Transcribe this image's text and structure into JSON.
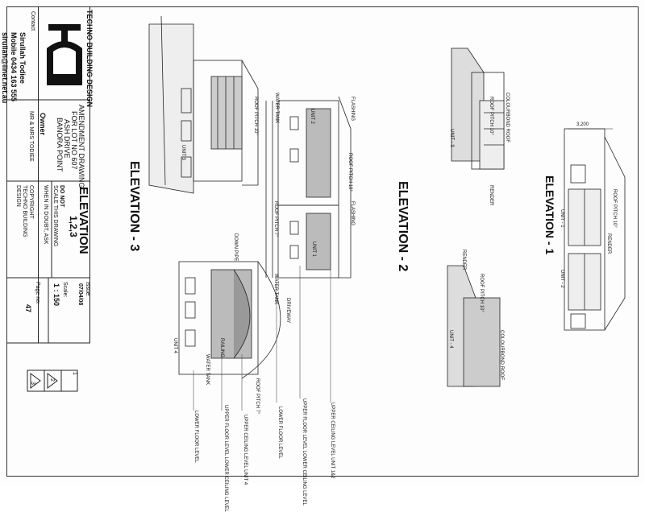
{
  "title_block": {
    "company": "TECHNO BUILDING DESIGN",
    "contact_label": "Contact",
    "contact_name": "Sirullah Todiee",
    "mobile": "Mobile 0434 163 555",
    "email": "sirullah@iinet.net.au",
    "drawing_desc_1": "AMENDMENT DRAWING",
    "drawing_desc_2": "FOR LOT NO 607",
    "drawing_desc_3": "ASH DRIVE",
    "drawing_desc_4": "BANORA POINT",
    "owner_label": "Owner",
    "owner_name": "MR & MRS TODIEE",
    "sheet_title": "ELEVATION",
    "sheet_numbers": "1,2,3",
    "do_not_scale_1": "DO NOT",
    "do_not_scale_2": "SCALE THIS DRAWING",
    "when_in_doubt": "WHEN IN DOUBT, ASK",
    "copyright_1": "COPYRIGHT",
    "copyright_2": "TECHNO BUILDING",
    "copyright_3": "DESIGN",
    "issue_label": "Issue:",
    "issue_value": "07/04/08",
    "scale_label": "Scale:",
    "scale_value": "1 : 150",
    "page_label": "Page no:",
    "page_value": "47"
  },
  "elevation_titles": {
    "elev_3": "ELEVATION  - 3",
    "elev_2": "ELEVATION  - 2",
    "elev_1": "ELEVATION  - 1"
  },
  "labels": {
    "unit_1": "UNIT 1",
    "unit_2": "UNIT 2",
    "unit_3": "UNIT 3",
    "unit_4": "UNIT 4",
    "unit_1b": "UNIT - 1",
    "unit_2b": "UNIT - 2",
    "unit_3b": "UNIT - 3",
    "unit_4b": "UNIT - 4",
    "roof_pitch_10": "ROOF PITCH 10°",
    "roof_pitch_7": "ROOF PITCH 7°",
    "flashing": "FLASHING",
    "water_tank": "WATER TANK",
    "down_pipe": "DOWN PIPE",
    "driveway": "DRIVEWAY",
    "railing": "RAILING",
    "colourbond_roof": "COLOURBOND ROOF",
    "render": "RENDER",
    "dim_3200": "3,200",
    "upper_ceiling_12": "UPPER CEILING LEVEL UNIT 1&2",
    "upper_floor_12": "UPPER FLOOR LEVEL LOWER CEILING LEVEL",
    "lower_floor_level": "LOWER FLOOR LEVEL",
    "upper_ceiling_4": "UPPER CEILING LEVEL UNIT 4",
    "upper_floor_4": "UPPER FLOOR LEVEL LOWER CEILING LEVEL",
    "lower_floor_4": "LOWER FLOOR LEVEL"
  },
  "key_plan": {
    "n1": "1",
    "n2": "2",
    "n3": "3"
  }
}
